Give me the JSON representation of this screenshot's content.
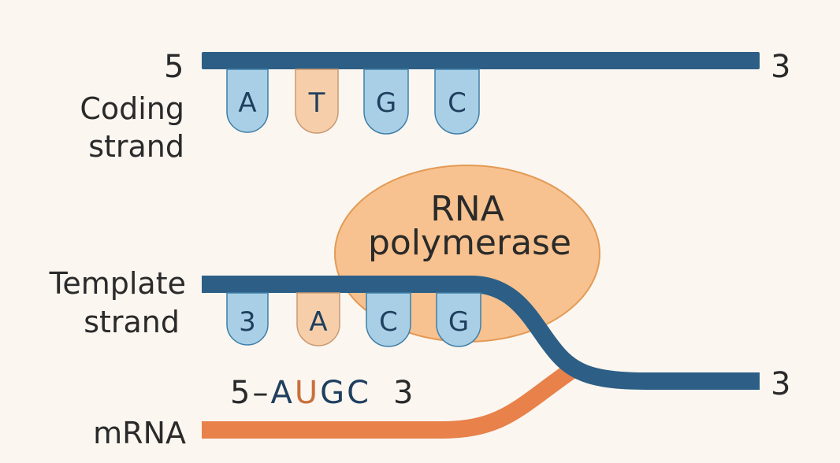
{
  "colors": {
    "background": "#fbf6f0",
    "strand": "#2d5f86",
    "mrna": "#e8814a",
    "base_blue_fill": "#a9cfe6",
    "base_blue_stroke": "#3f7ea8",
    "base_orange_fill": "#f6cfaa",
    "base_orange_stroke": "#c99a72",
    "polymerase_fill": "#f7c28f",
    "polymerase_stroke": "#e39a55",
    "text": "#2a2a2a",
    "uracil": "#c8703c"
  },
  "coding_strand": {
    "label_line1": "Coding",
    "label_line2": "strand",
    "end_left": "5",
    "end_right": "3",
    "bases": [
      {
        "letter": "A",
        "color": "blue"
      },
      {
        "letter": "T",
        "color": "orange"
      },
      {
        "letter": "G",
        "color": "blue"
      },
      {
        "letter": "C",
        "color": "blue"
      }
    ]
  },
  "polymerase": {
    "line1": "RNA",
    "line2": "polymerase"
  },
  "template_strand": {
    "label_line1": "Template",
    "label_line2": "strand",
    "end_right": "3",
    "bases": [
      {
        "letter": "3",
        "color": "blue"
      },
      {
        "letter": "A",
        "color": "orange"
      },
      {
        "letter": "C",
        "color": "blue"
      },
      {
        "letter": "G",
        "color": "blue"
      }
    ]
  },
  "mrna": {
    "label": "mRNA",
    "seq_prefix": "5–",
    "seq_a": "A",
    "seq_u": "U",
    "seq_gc": "GC",
    "seq_suffix": "3"
  }
}
